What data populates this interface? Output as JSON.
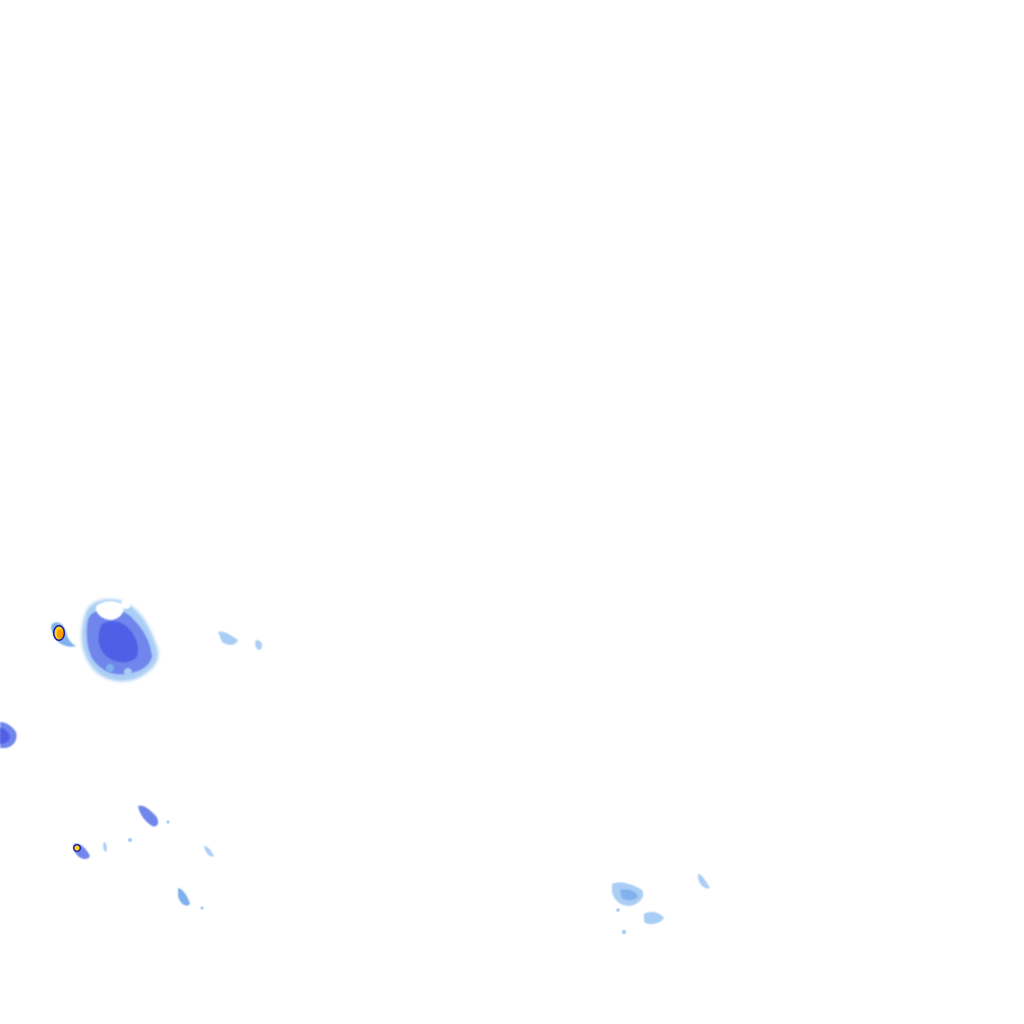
{
  "map": {
    "type": "radar-precipitation-tile",
    "background_color": "#ffffff",
    "colors": {
      "light": "#a9cdf5",
      "light_mid": "#7fb1ee",
      "moderate": "#6f86ec",
      "heavy": "#4f5fe6",
      "deep": "#3b3fd8",
      "outline": "#1a1aa0",
      "core_yellow": "#ffd21a",
      "core_orange": "#ff9a00"
    },
    "echoes": [
      {
        "name": "main-storm-cell",
        "intensity": "moderate"
      },
      {
        "name": "isolated-intense-cell",
        "intensity": "intense"
      },
      {
        "name": "left-edge-cell",
        "intensity": "moderate"
      },
      {
        "name": "small-intense-cell",
        "intensity": "intense"
      },
      {
        "name": "scattered-light-echoes",
        "intensity": "light"
      },
      {
        "name": "southeast-light-echoes",
        "intensity": "light"
      }
    ]
  }
}
